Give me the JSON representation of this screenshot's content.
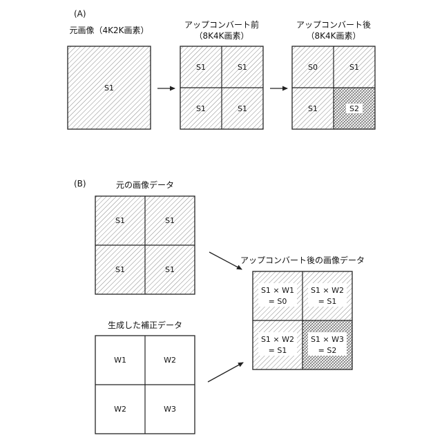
{
  "colors": {
    "line": "#222222",
    "hatch_light": "#6a6a6a",
    "hatch_dark": "#1e1e1e",
    "background": "#ffffff"
  },
  "section_a": {
    "label": "(A)",
    "original": {
      "title": "元画像（4K2K画素）",
      "cell": "S1"
    },
    "before": {
      "title_line1": "アップコンバート前",
      "title_line2": "（8K4K画素）",
      "cells": [
        "S1",
        "S1",
        "S1",
        "S1"
      ]
    },
    "after": {
      "title_line1": "アップコンバート後",
      "title_line2": "（8K4K画素）",
      "cells": [
        "S0",
        "S1",
        "S1",
        "S2"
      ]
    }
  },
  "section_b": {
    "label": "(B)",
    "original_data": {
      "title": "元の画像データ",
      "cells": [
        "S1",
        "S1",
        "S1",
        "S1"
      ]
    },
    "correction_data": {
      "title": "生成した補正データ",
      "cells": [
        "W1",
        "W2",
        "W2",
        "W3"
      ]
    },
    "result_data": {
      "title": "アップコンバート後の画像データ",
      "cells": [
        {
          "line1": "S1 × W1",
          "line2": "= S0"
        },
        {
          "line1": "S1 × W2",
          "line2": "= S1"
        },
        {
          "line1": "S1 × W2",
          "line2": "= S1"
        },
        {
          "line1": "S1 × W3",
          "line2": "= S2"
        }
      ]
    }
  }
}
